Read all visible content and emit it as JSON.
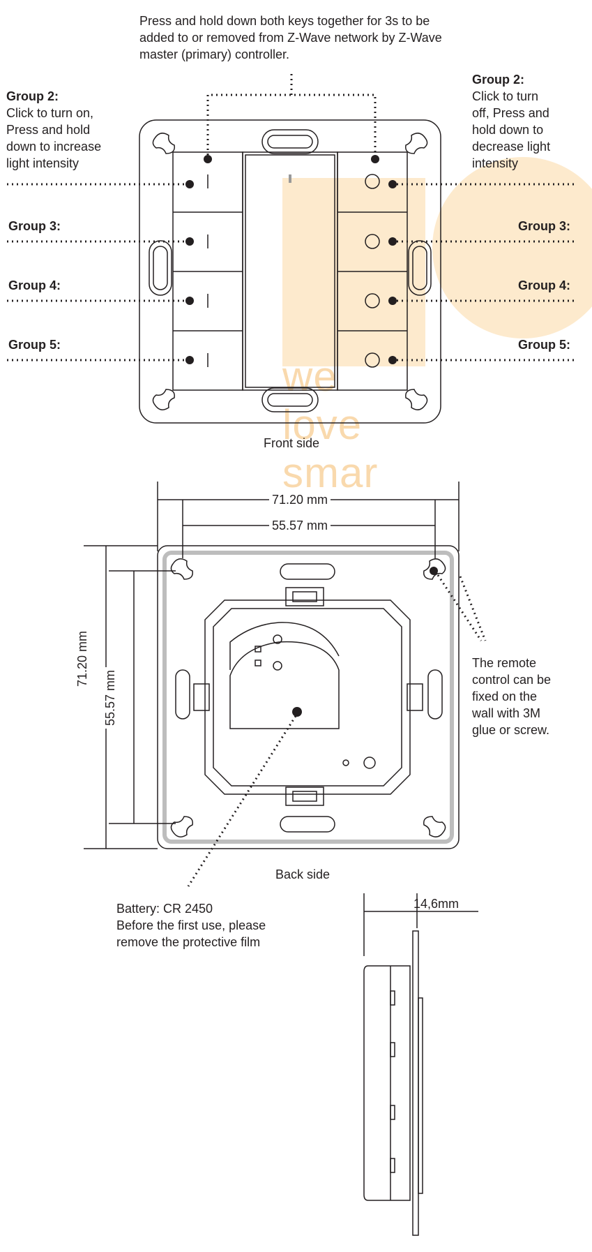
{
  "watermark": {
    "text": "we love smar",
    "color": "#f6b04a"
  },
  "front": {
    "pair_instruction": [
      "Press and hold down both keys together for 3s to be",
      "added to or removed from Z-Wave network by Z-Wave",
      "master (primary) controller."
    ],
    "left_group2": {
      "title": "Group 2:",
      "lines": [
        "Click to turn on,",
        "Press and hold",
        "down to increase",
        "light intensity"
      ]
    },
    "right_group2": {
      "title": "Group 2:",
      "lines": [
        "Click to turn",
        "off, Press and",
        "hold down to",
        "decrease light",
        "intensity"
      ]
    },
    "left_groups": [
      "Group 3:",
      "Group 4:",
      "Group 5:"
    ],
    "right_groups": [
      "Group 3:",
      "Group 4:",
      "Group 5:"
    ],
    "caption": "Front side"
  },
  "back": {
    "dim_outer_w": "71.20 mm",
    "dim_inner_w": "55.57 mm",
    "dim_outer_h": "71.20 mm",
    "dim_inner_h": "55.57 mm",
    "mount_note": [
      "The remote",
      "control can be",
      "fixed on the",
      "wall with 3M",
      "glue or screw."
    ],
    "caption": "Back side",
    "battery_note": [
      "Battery: CR 2450",
      "Before the first use, please",
      "remove the protective film"
    ]
  },
  "side": {
    "depth": "14,6mm"
  }
}
